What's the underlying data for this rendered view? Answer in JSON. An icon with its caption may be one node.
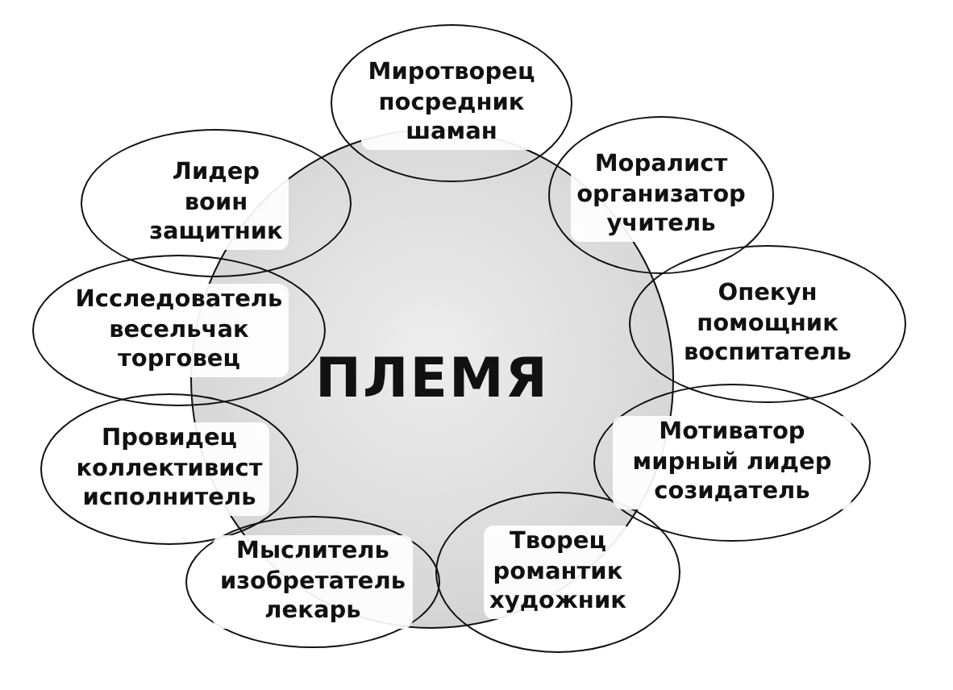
{
  "diagram": {
    "nodes": [
      {
        "text": [
          "ПЛЕМЯ"
        ]
      },
      {
        "text": [
          "Миротворец посредник шаман"
        ]
      },
      {
        "text": [
          "Моралист организатор учитель"
        ]
      },
      {
        "text": [
          "Опекун помощник воспитатель"
        ]
      },
      {
        "text": [
          "Мотиватор мирный лидер созидатель"
        ]
      },
      {
        "text": [
          "Творец романтик художник"
        ]
      },
      {
        "text": [
          "Мыслитель изобретатель лекарь"
        ]
      },
      {
        "text": [
          "Провидец коллективист исполнитель"
        ]
      },
      {
        "text": [
          "Исследователь весельчак торговец"
        ]
      },
      {
        "text": [
          "Лидер воин защитник"
        ]
      }
    ],
    "edges": []
  }
}
